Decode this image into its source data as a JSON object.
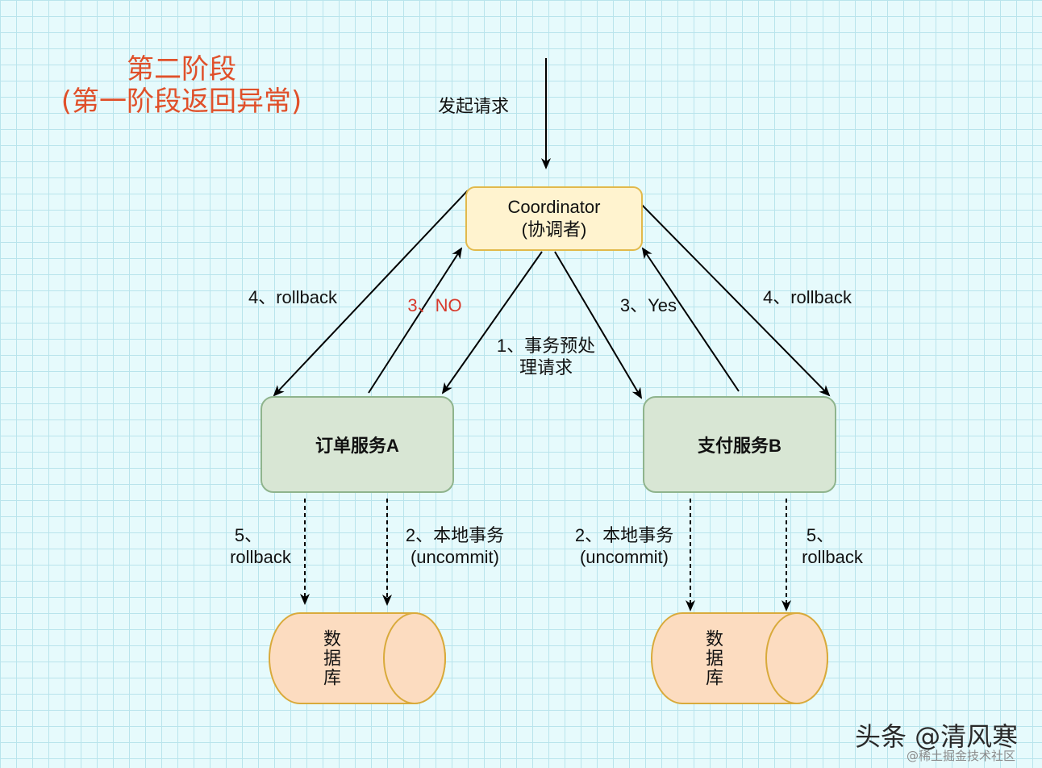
{
  "title": {
    "line1": "第二阶段",
    "line2": "(第一阶段返回异常)"
  },
  "request_label": "发起请求",
  "coordinator": {
    "line1": "Coordinator",
    "line2": "(协调者)"
  },
  "service_a": "订单服务A",
  "service_b": "支付服务B",
  "database_a": "数据库",
  "database_b": "数据库",
  "labels": {
    "rollback_left": "4、rollback",
    "no": "3、NO",
    "prepare_line1": "1、事务预处",
    "prepare_line2": "理请求",
    "yes": "3、Yes",
    "rollback_right": "4、rollback",
    "a_rollback_line1": "5、",
    "a_rollback_line2": "rollback",
    "a_local_line1": "2、本地事务",
    "a_local_line2": "(uncommit)",
    "b_local_line1": "2、本地事务",
    "b_local_line2": "(uncommit)",
    "b_rollback_line1": "5、",
    "b_rollback_line2": "rollback"
  },
  "watermark": "头条 @清风寒",
  "watermark_site": "@稀土掘金技术社区",
  "colors": {
    "title": "#e0502a",
    "no_label": "#d83a2c",
    "coordinator_fill": "#fff3cf",
    "service_fill": "#d8e6d4",
    "database_fill": "#fcdcc0"
  }
}
